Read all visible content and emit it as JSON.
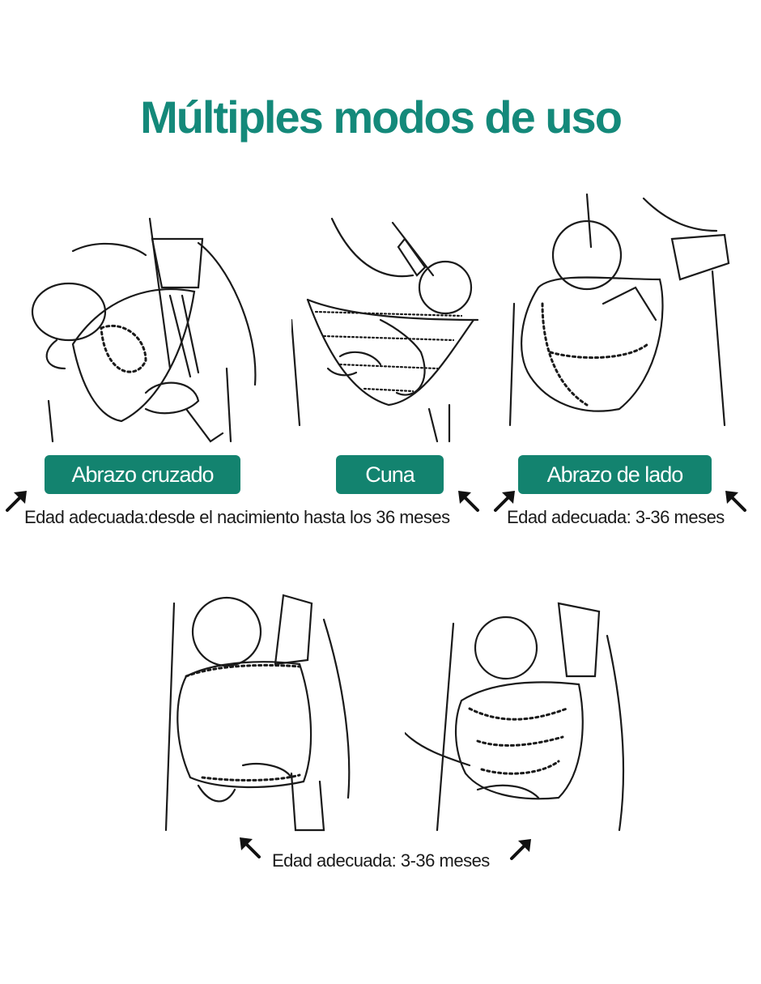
{
  "title": "Múltiples modos de uso",
  "modes": [
    {
      "label": "Abrazo cruzado"
    },
    {
      "label": "Cuna"
    },
    {
      "label": "Abrazo de lado"
    }
  ],
  "age_texts": {
    "top_left": "Edad adecuada:desde el nacimiento hasta los 36 meses",
    "top_right": "Edad adecuada: 3-36 meses",
    "bottom": "Edad adecuada: 3-36 meses"
  },
  "colors": {
    "accent": "#13836f",
    "title": "#14897a",
    "line_art": "#1a1a1a"
  },
  "icons": [
    "arrow-up-left-icon",
    "arrow-up-right-icon"
  ]
}
